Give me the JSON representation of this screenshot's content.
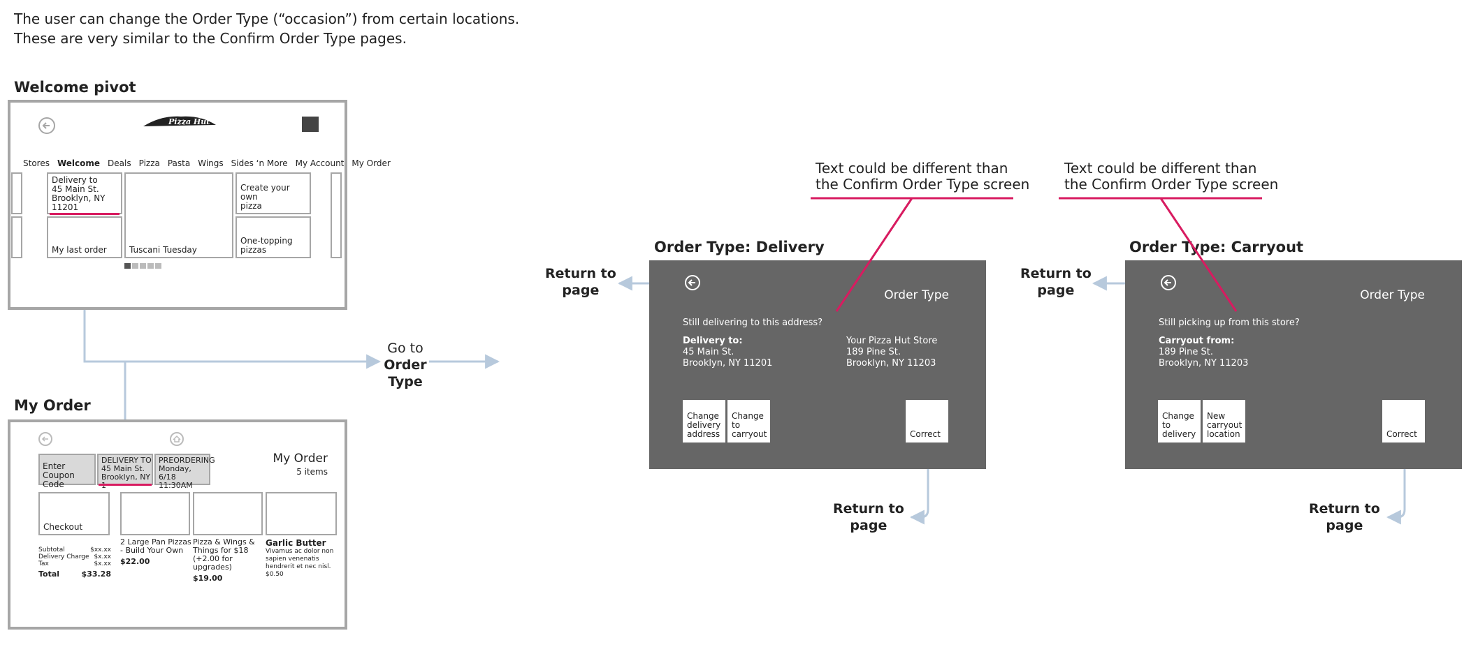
{
  "intro": {
    "line1": "The user can change the Order Type (“occasion”) from certain locations.",
    "line2": "These are very similar to the Confirm Order Type pages."
  },
  "welcome": {
    "heading": "Welcome pivot",
    "logo": "Pizza Hut",
    "nav": [
      "Stores",
      "Welcome",
      "Deals",
      "Pizza",
      "Pasta",
      "Wings",
      "Sides ‘n More",
      "My Account",
      "My Order"
    ],
    "delivery_tile": [
      "Delivery to",
      "45 Main St.",
      "Brooklyn, NY 11201"
    ],
    "last_order": "My last order",
    "tuscani": "Tuscani Tuesday",
    "create_pizza": [
      "Create your own",
      "pizza"
    ],
    "one_topping": [
      "One-topping",
      "pizzas"
    ]
  },
  "my_order": {
    "heading": "My Order",
    "enter_coupon": [
      "Enter Coupon",
      "Code"
    ],
    "delivery_to": [
      "DELIVERY TO",
      "45 Main St.",
      "Brooklyn, NY 1"
    ],
    "preordering": [
      "PREORDERING",
      "Monday,",
      "6/18 11:30AM"
    ],
    "title": "My Order",
    "items_count": "5 items",
    "checkout": "Checkout",
    "totals": {
      "subtotal_label": "Subtotal",
      "subtotal": "$xx.xx",
      "delivery_label": "Delivery Charge",
      "delivery": "$x.xx",
      "tax_label": "Tax",
      "tax": "$x.xx",
      "total_label": "Total",
      "total": "$33.28"
    },
    "item1": {
      "name": [
        "2 Large Pan Pizzas",
        "- Build Your Own"
      ],
      "price": "$22.00"
    },
    "item2": {
      "name": [
        "Pizza & Wings &",
        "Things for $18",
        "(+2.00 for",
        "upgrades)"
      ],
      "price": "$19.00"
    },
    "item3": {
      "name": "Garlic Butter",
      "desc": [
        "Vivamus ac dolor non",
        "sapien venenatis",
        "hendrerit et nec nisl."
      ],
      "price": "$0.50"
    }
  },
  "flow": {
    "go_to": [
      "Go to",
      "Order",
      "Type"
    ]
  },
  "delivery_dialog": {
    "heading": "Order Type: Delivery",
    "callout": [
      "Text could be different than",
      "the Confirm Order Type screen"
    ],
    "return_left": [
      "Return to",
      "page"
    ],
    "return_bottom": [
      "Return to",
      "page"
    ],
    "title": "Order Type",
    "question": "Still delivering to this address?",
    "address_label": "Delivery to:",
    "address": [
      "45 Main St.",
      "Brooklyn, NY 11201"
    ],
    "store": [
      "Your Pizza Hut Store",
      "189 Pine St.",
      "Brooklyn, NY 11203"
    ],
    "btn1": [
      "Change",
      "delivery",
      "address"
    ],
    "btn2": [
      "Change to",
      "carryout"
    ],
    "btn_correct": "Correct"
  },
  "carryout_dialog": {
    "heading": "Order Type: Carryout",
    "callout": [
      "Text could be different than",
      "the Confirm Order Type screen"
    ],
    "return_left": [
      "Return to",
      "page"
    ],
    "return_bottom": [
      "Return to",
      "page"
    ],
    "title": "Order Type",
    "question": "Still picking up from this store?",
    "address_label": "Carryout from:",
    "address": [
      "189 Pine St.",
      "Brooklyn, NY 11203"
    ],
    "btn1": [
      "Change to",
      "delivery"
    ],
    "btn2": [
      "New",
      "carryout",
      "location"
    ],
    "btn_correct": "Correct"
  },
  "colors": {
    "highlight": "#d81b60",
    "flow_arrow": "#b7c9dc",
    "dialog_bg": "#666666",
    "frame": "#a6a6a6"
  }
}
